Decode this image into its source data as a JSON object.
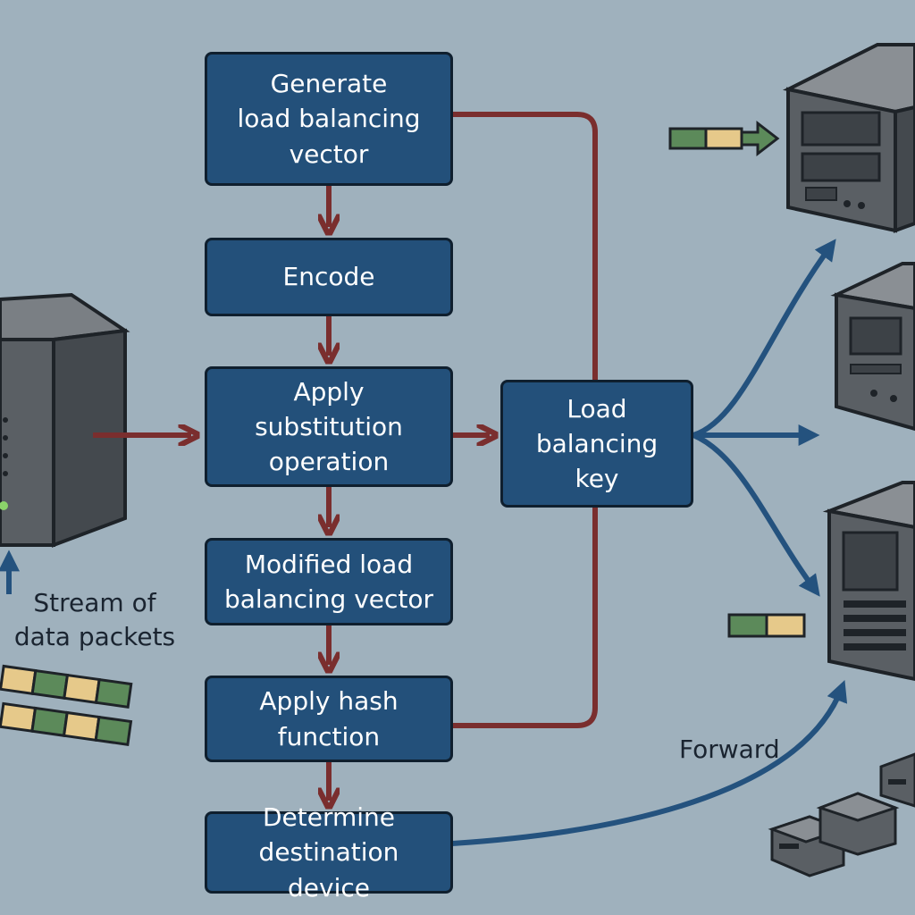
{
  "colors": {
    "background": "#9fb1bd",
    "node_fill": "#23507a",
    "node_border": "#0f1f2e",
    "flow_arrow": "#7a2e2e",
    "output_arrow": "#24527e",
    "packet_green": "#5c8a5a",
    "packet_yellow": "#e6c98a",
    "server_body": "#5a5f64",
    "server_dark": "#3d4247"
  },
  "nodes": {
    "generate": "Generate\nload balancing\nvector",
    "encode": "Encode",
    "substitution": "Apply\nsubstitution\noperation",
    "modified": "Modified load\nbalancing vector",
    "hash": "Apply hash\nfunction",
    "determine": "Determine\ndestination device",
    "key": "Load\nbalancing\nkey"
  },
  "labels": {
    "stream": "Stream of\ndata packets",
    "forward": "Forward"
  },
  "icons": [
    "source-server-icon",
    "server-top-icon",
    "server-middle-icon",
    "server-bottom-icon",
    "small-device-icon",
    "data-packet-icon"
  ]
}
